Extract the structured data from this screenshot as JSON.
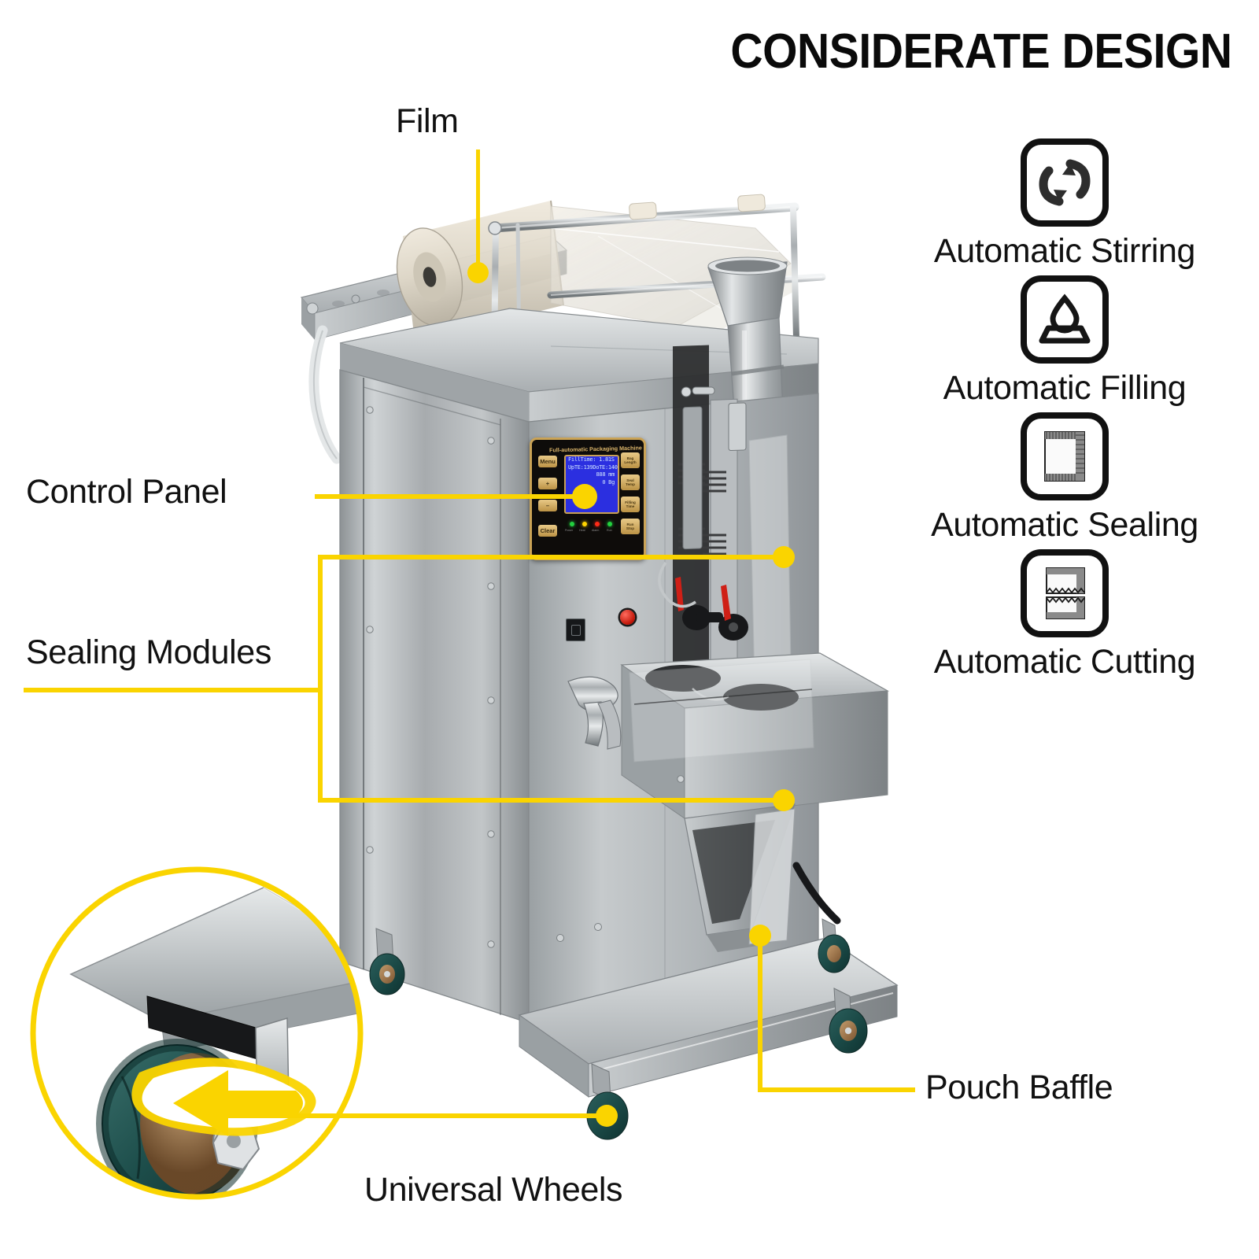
{
  "header": {
    "title": "CONSIDERATE DESIGN"
  },
  "accent": {
    "yellow": "#FAD400",
    "steel": "#b9bcbe",
    "panel_gold": "#caa356"
  },
  "callouts": [
    {
      "id": "film",
      "label": "Film"
    },
    {
      "id": "control",
      "label": "Control Panel"
    },
    {
      "id": "sealing",
      "label": "Sealing Modules"
    },
    {
      "id": "pouch",
      "label": "Pouch Baffle"
    },
    {
      "id": "wheels",
      "label": "Universal Wheels"
    }
  ],
  "features": [
    {
      "icon": "stirring-icon",
      "label": "Automatic Stirring"
    },
    {
      "icon": "filling-icon",
      "label": "Automatic Filling"
    },
    {
      "icon": "sealing-icon",
      "label": "Automatic Sealing"
    },
    {
      "icon": "cutting-icon",
      "label": "Automatic Cutting"
    }
  ],
  "control_panel": {
    "brand_text": "Full-automatic Packaging Machine",
    "lcd": {
      "line1": "FillTime:  1.81S",
      "line2": "UpTE:139DoTE:140",
      "line3": "888 mm",
      "line4": "0 Bg"
    },
    "left_buttons": [
      "Menu",
      "+",
      "–",
      "Clear"
    ],
    "right_buttons": [
      {
        "top": "Bag",
        "bottom": "Length"
      },
      {
        "top": "Seal",
        "bottom": "Temp"
      },
      {
        "top": "Filling",
        "bottom": "Time"
      },
      {
        "top": "Run",
        "bottom": "Stop"
      }
    ],
    "leds": [
      {
        "name": "power-led",
        "color": "#23d13f",
        "label": "Power"
      },
      {
        "name": "heat-led",
        "color": "#ffd400",
        "label": "Heat"
      },
      {
        "name": "alarm-led",
        "color": "#ff2b18",
        "label": "Alarm"
      },
      {
        "name": "running-led",
        "color": "#23d13f",
        "label": "Run"
      }
    ]
  }
}
